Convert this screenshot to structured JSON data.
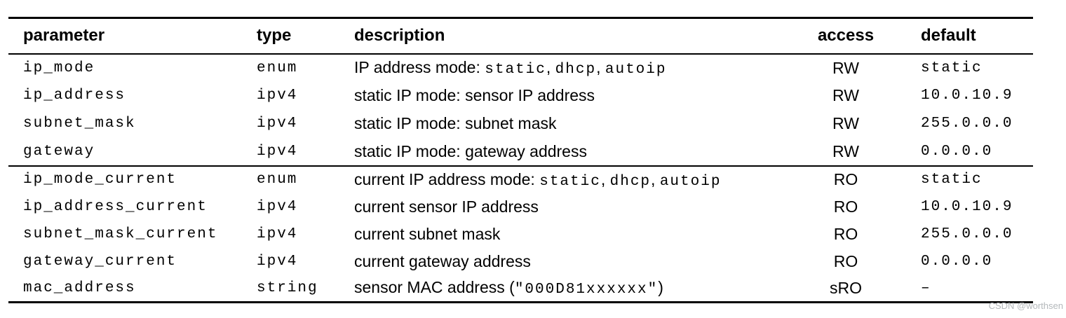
{
  "document": {
    "background": "#ffffff",
    "text_color": "#000000",
    "rule_color": "#000000"
  },
  "table": {
    "headers": {
      "parameter": "parameter",
      "type": "type",
      "description": "description",
      "access": "access",
      "default": "default"
    },
    "groups": [
      {
        "rows": [
          {
            "parameter": "ip_mode",
            "type": "enum",
            "description": [
              {
                "style": "sans",
                "text": "IP address mode: "
              },
              {
                "style": "mono",
                "text": "static"
              },
              {
                "style": "sans",
                "text": ", "
              },
              {
                "style": "mono",
                "text": "dhcp"
              },
              {
                "style": "sans",
                "text": ", "
              },
              {
                "style": "mono",
                "text": "autoip"
              }
            ],
            "access": "RW",
            "default": "static"
          },
          {
            "parameter": "ip_address",
            "type": "ipv4",
            "description": [
              {
                "style": "sans",
                "text": "static IP mode: sensor IP address"
              }
            ],
            "access": "RW",
            "default": "10.0.10.9"
          },
          {
            "parameter": "subnet_mask",
            "type": "ipv4",
            "description": [
              {
                "style": "sans",
                "text": "static IP mode: subnet mask"
              }
            ],
            "access": "RW",
            "default": "255.0.0.0"
          },
          {
            "parameter": "gateway",
            "type": "ipv4",
            "description": [
              {
                "style": "sans",
                "text": "static IP mode: gateway address"
              }
            ],
            "access": "RW",
            "default": "0.0.0.0"
          }
        ]
      },
      {
        "rows": [
          {
            "parameter": "ip_mode_current",
            "type": "enum",
            "description": [
              {
                "style": "sans",
                "text": "current IP address mode: "
              },
              {
                "style": "mono",
                "text": "static"
              },
              {
                "style": "sans",
                "text": ", "
              },
              {
                "style": "mono",
                "text": "dhcp"
              },
              {
                "style": "sans",
                "text": ", "
              },
              {
                "style": "mono",
                "text": "autoip"
              }
            ],
            "access": "RO",
            "default": "static"
          },
          {
            "parameter": "ip_address_current",
            "type": "ipv4",
            "description": [
              {
                "style": "sans",
                "text": "current sensor IP address"
              }
            ],
            "access": "RO",
            "default": "10.0.10.9"
          },
          {
            "parameter": "subnet_mask_current",
            "type": "ipv4",
            "description": [
              {
                "style": "sans",
                "text": "current subnet mask"
              }
            ],
            "access": "RO",
            "default": "255.0.0.0"
          },
          {
            "parameter": "gateway_current",
            "type": "ipv4",
            "description": [
              {
                "style": "sans",
                "text": "current gateway address"
              }
            ],
            "access": "RO",
            "default": "0.0.0.0"
          },
          {
            "parameter": "mac_address",
            "type": "string",
            "description": [
              {
                "style": "sans",
                "text": "sensor MAC address ("
              },
              {
                "style": "mono",
                "text": "\"000D81xxxxxx\""
              },
              {
                "style": "sans",
                "text": ")"
              }
            ],
            "access": "sRO",
            "default": "–"
          }
        ]
      }
    ]
  },
  "watermark": {
    "text": "CSDN @worthsen",
    "color": "#b4b8bb"
  }
}
